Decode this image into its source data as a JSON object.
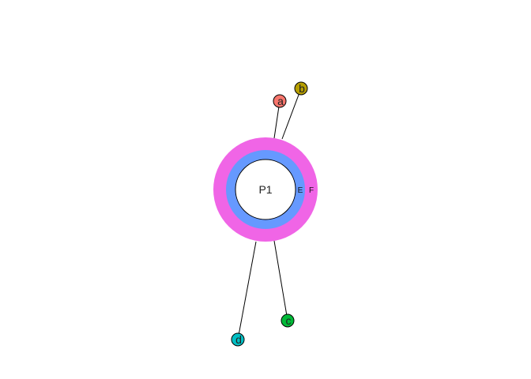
{
  "center": {
    "label": "P1",
    "rings": [
      {
        "label": "F",
        "color": "#F065E6"
      },
      {
        "label": "E",
        "color": "#6699FF"
      }
    ]
  },
  "nodes": [
    {
      "id": "a",
      "label": "a",
      "color": "#F8766D"
    },
    {
      "id": "b",
      "label": "b",
      "color": "#B79F00"
    },
    {
      "id": "c",
      "label": "c",
      "color": "#00BA38"
    },
    {
      "id": "d",
      "label": "d",
      "color": "#00BFC4"
    }
  ]
}
